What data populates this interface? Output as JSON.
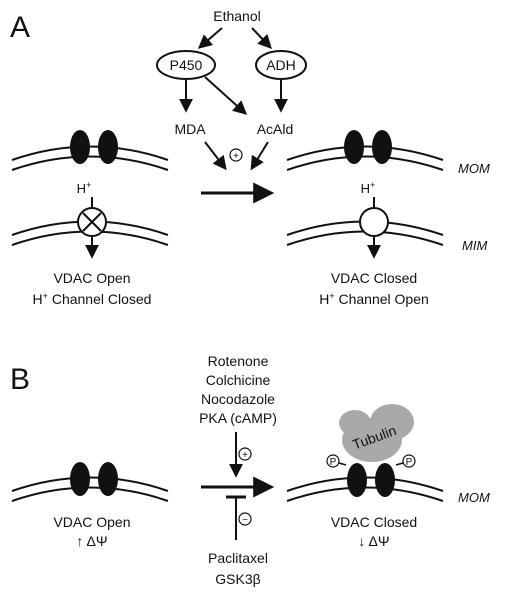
{
  "panel_a": {
    "letter": "A",
    "ethanol": "Ethanol",
    "p450": "P450",
    "adh": "ADH",
    "mda": "MDA",
    "acald": "AcAld",
    "plus": "+",
    "h_left": "H",
    "h_right": "H",
    "sup_plus": "+",
    "mom": "MOM",
    "mim": "MIM",
    "left_line1": "VDAC Open",
    "left_line2_h": "H",
    "left_line2_rest": " Channel Closed",
    "right_line1": "VDAC Closed",
    "right_line2_h": "H",
    "right_line2_rest": " Channel Open"
  },
  "panel_b": {
    "letter": "B",
    "inducers": [
      "Rotenone",
      "Colchicine",
      "Nocodazole",
      "PKA (cAMP)"
    ],
    "plus": "+",
    "minus": "−",
    "inhibitors": [
      "Paclitaxel",
      "GSK3β"
    ],
    "tubulin": "Tubulin",
    "p": "P",
    "mom": "MOM",
    "left_line1": "VDAC Open",
    "left_line2": "↑ ΔΨ",
    "right_line1": "VDAC Closed",
    "right_line2": "↓ ΔΨ"
  }
}
